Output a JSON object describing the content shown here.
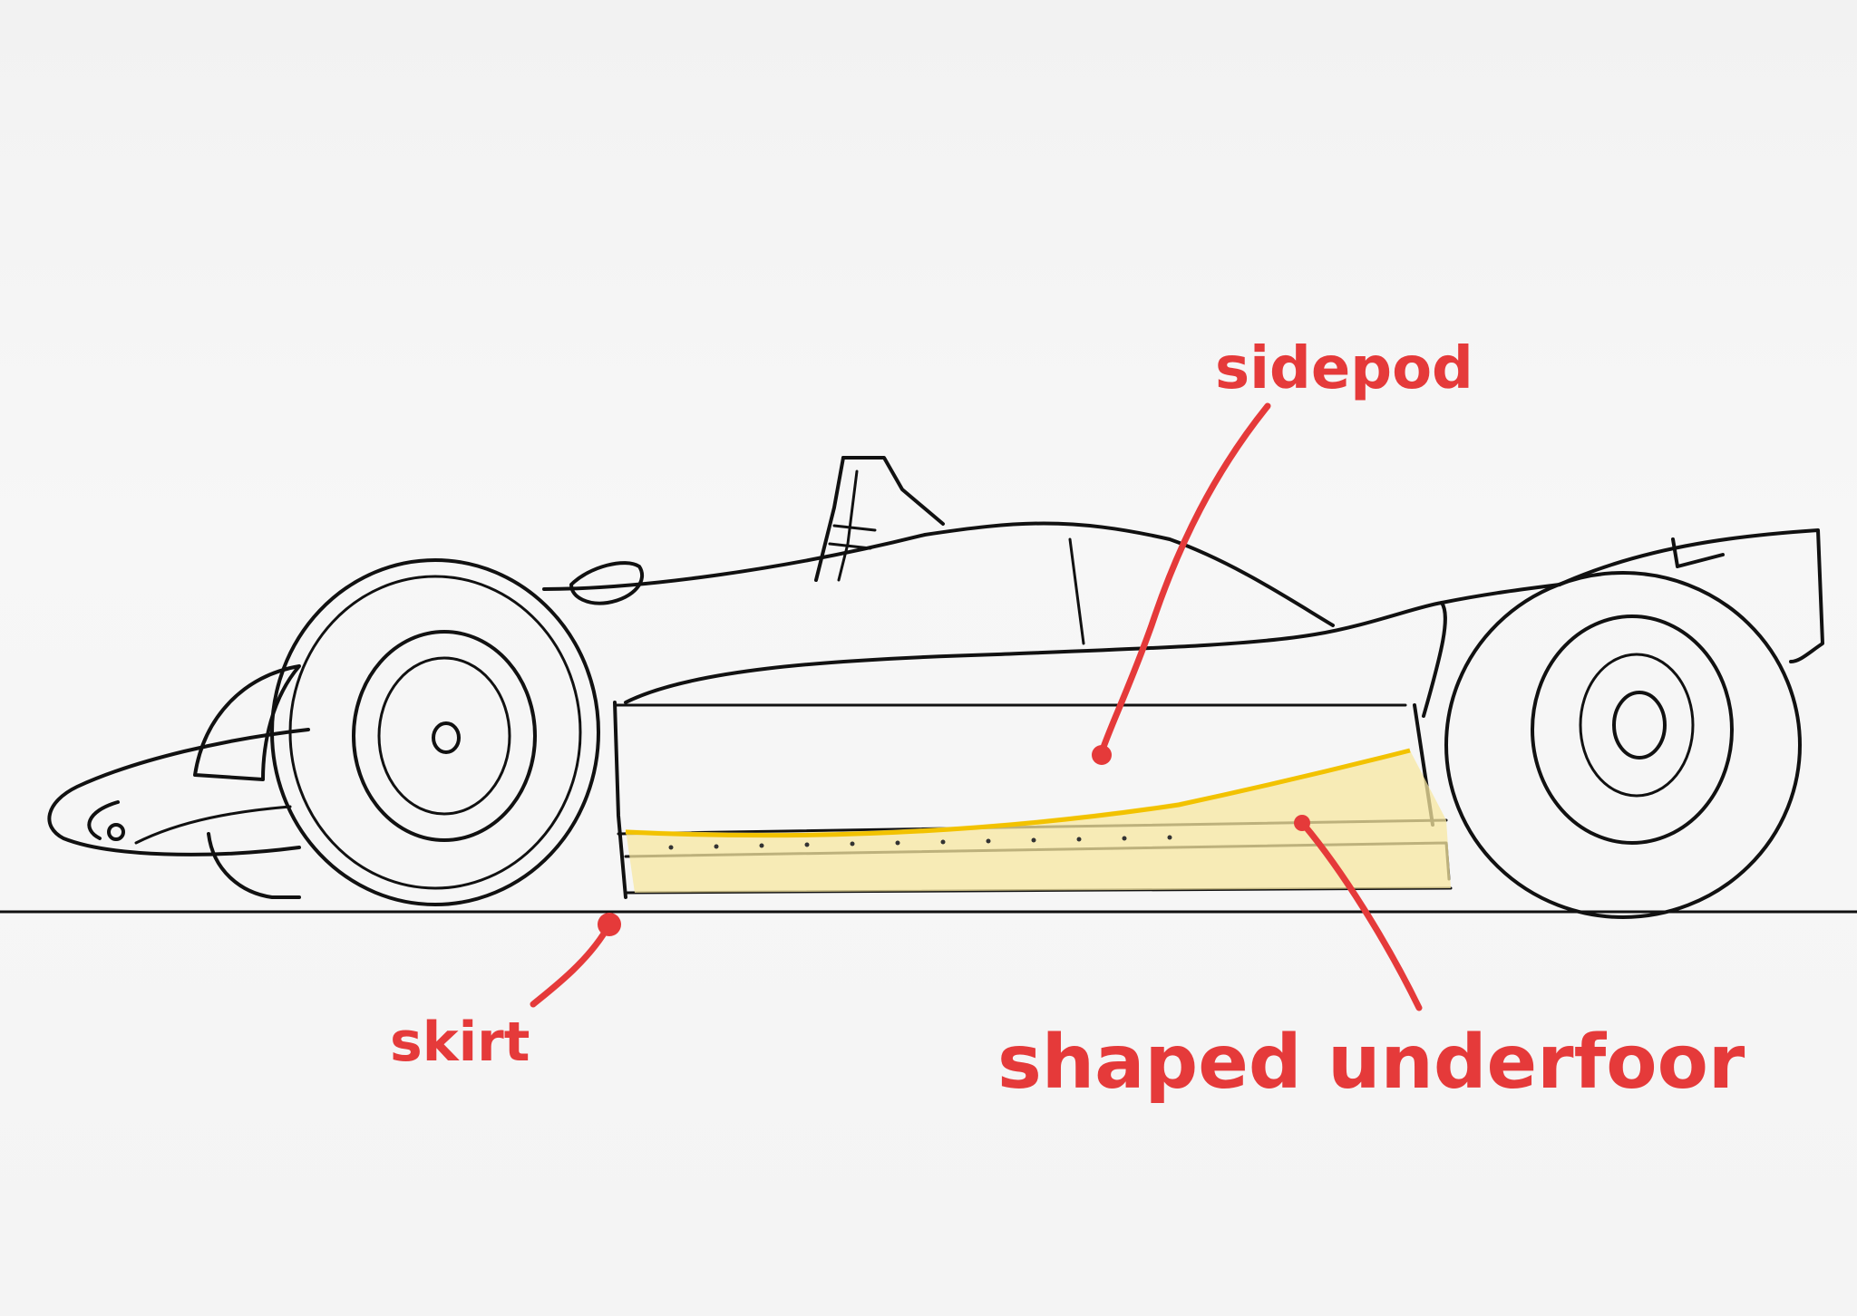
{
  "labels": {
    "sidepod": "sidepod",
    "skirt": "skirt",
    "underfloor": "shaped underfoor"
  },
  "colors": {
    "annotation": "#e53a3a",
    "highlight": "#f7e7a0",
    "highlight_edge": "#f2c200",
    "ink": "#111111"
  }
}
